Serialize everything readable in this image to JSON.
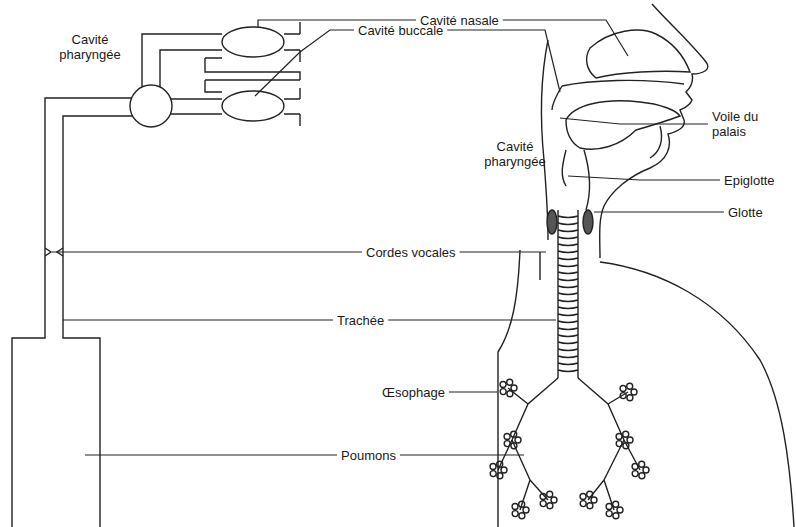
{
  "diagram": {
    "labels": [
      "Cavité nasale",
      "Cavité pharyngée",
      "Cavité buccale",
      "Voile du palais",
      "Cavité pharyngée",
      "Epiglotte",
      "Glotte",
      "Cordes vocales",
      "Trachée",
      "Œsophage",
      "Poumons"
    ]
  }
}
